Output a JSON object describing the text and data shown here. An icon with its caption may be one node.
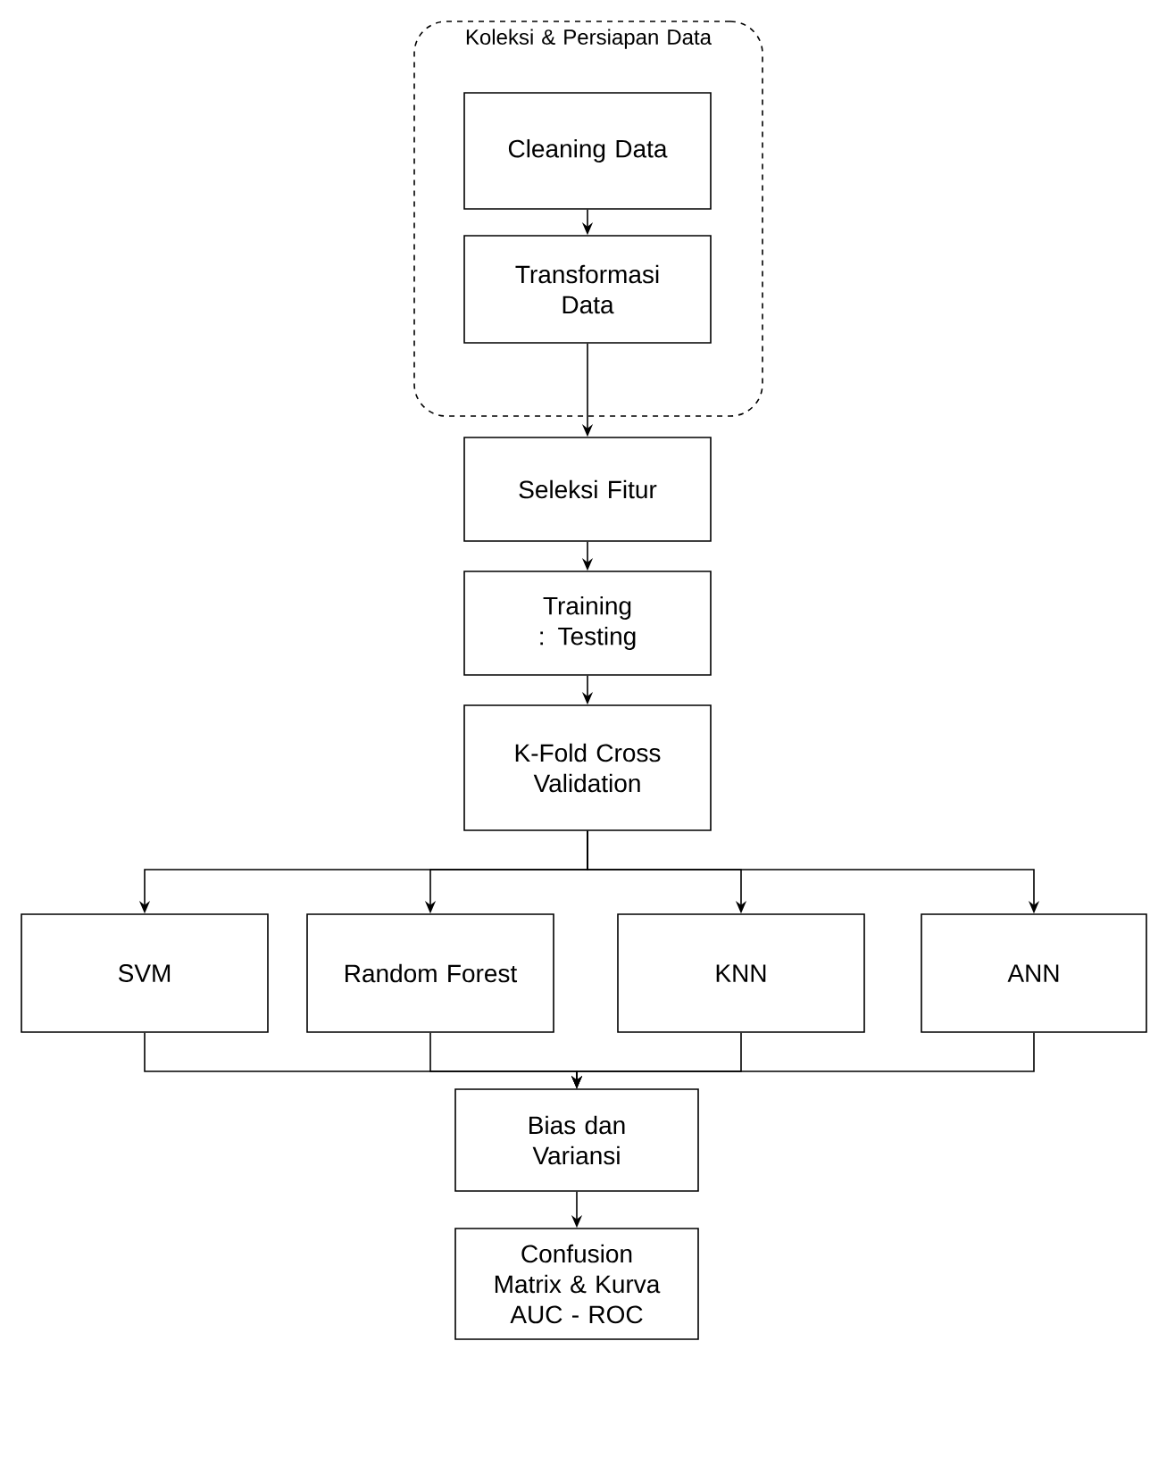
{
  "diagram": {
    "nodes": [
      {
        "text": [
          "Koleksi & Persiapan Data"
        ]
      },
      {
        "text": [
          "Cleaning Data"
        ],
        "in": 0
      },
      {
        "text": [
          "Transformasi Data"
        ],
        "in": 0
      },
      {
        "text": [
          "Seleksi Fitur"
        ]
      },
      {
        "text": [
          "Training : Testing"
        ]
      },
      {
        "text": [
          "K-Fold Cross Validation"
        ]
      },
      {
        "text": [
          "SVM"
        ]
      },
      {
        "text": [
          "Random Forest"
        ]
      },
      {
        "text": [
          "KNN"
        ]
      },
      {
        "text": [
          "ANN"
        ]
      },
      {
        "text": [
          "Bias dan Variansi"
        ]
      },
      {
        "text": [
          "Confusion Matrix & Kurva AUC - ROC"
        ]
      }
    ],
    "edges": [
      {
        "from": 1,
        "to": 2,
        "arrow": "to"
      },
      {
        "from": 2,
        "to": 3,
        "arrow": "to"
      },
      {
        "from": 3,
        "to": 4,
        "arrow": "to"
      },
      {
        "from": 4,
        "to": 5,
        "arrow": "to"
      },
      {
        "from": 5,
        "to": 6,
        "arrow": "to"
      },
      {
        "from": 5,
        "to": 7,
        "arrow": "to"
      },
      {
        "from": 5,
        "to": 8,
        "arrow": "to"
      },
      {
        "from": 5,
        "to": 9,
        "arrow": "to"
      },
      {
        "from": 6,
        "to": 10,
        "arrow": "to"
      },
      {
        "from": 7,
        "to": 10,
        "arrow": "to"
      },
      {
        "from": 8,
        "to": 10,
        "arrow": "to"
      },
      {
        "from": 9,
        "to": 10,
        "arrow": "to"
      },
      {
        "from": 10,
        "to": 11,
        "arrow": "to"
      }
    ]
  }
}
